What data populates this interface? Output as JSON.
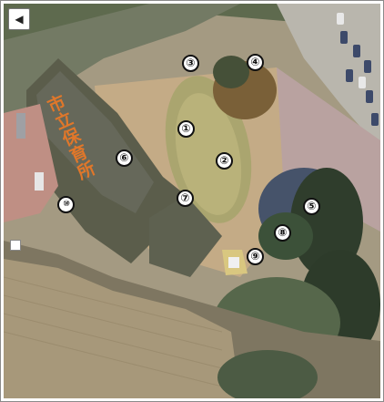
{
  "map": {
    "building_label": "市立保育所",
    "markers": [
      {
        "id": "marker-1",
        "label": "①"
      },
      {
        "id": "marker-2",
        "label": "②"
      },
      {
        "id": "marker-3",
        "label": "③"
      },
      {
        "id": "marker-4",
        "label": "④"
      },
      {
        "id": "marker-5",
        "label": "⑤"
      },
      {
        "id": "marker-6",
        "label": "⑥"
      },
      {
        "id": "marker-7",
        "label": "⑦"
      },
      {
        "id": "marker-8",
        "label": "⑧"
      },
      {
        "id": "marker-9",
        "label": "⑨"
      },
      {
        "id": "marker-10",
        "label": "⑩"
      }
    ],
    "icons": {
      "back": "triangle-left-icon"
    },
    "colors": {
      "label": "#e0772a",
      "marker_border": "#111111"
    }
  }
}
